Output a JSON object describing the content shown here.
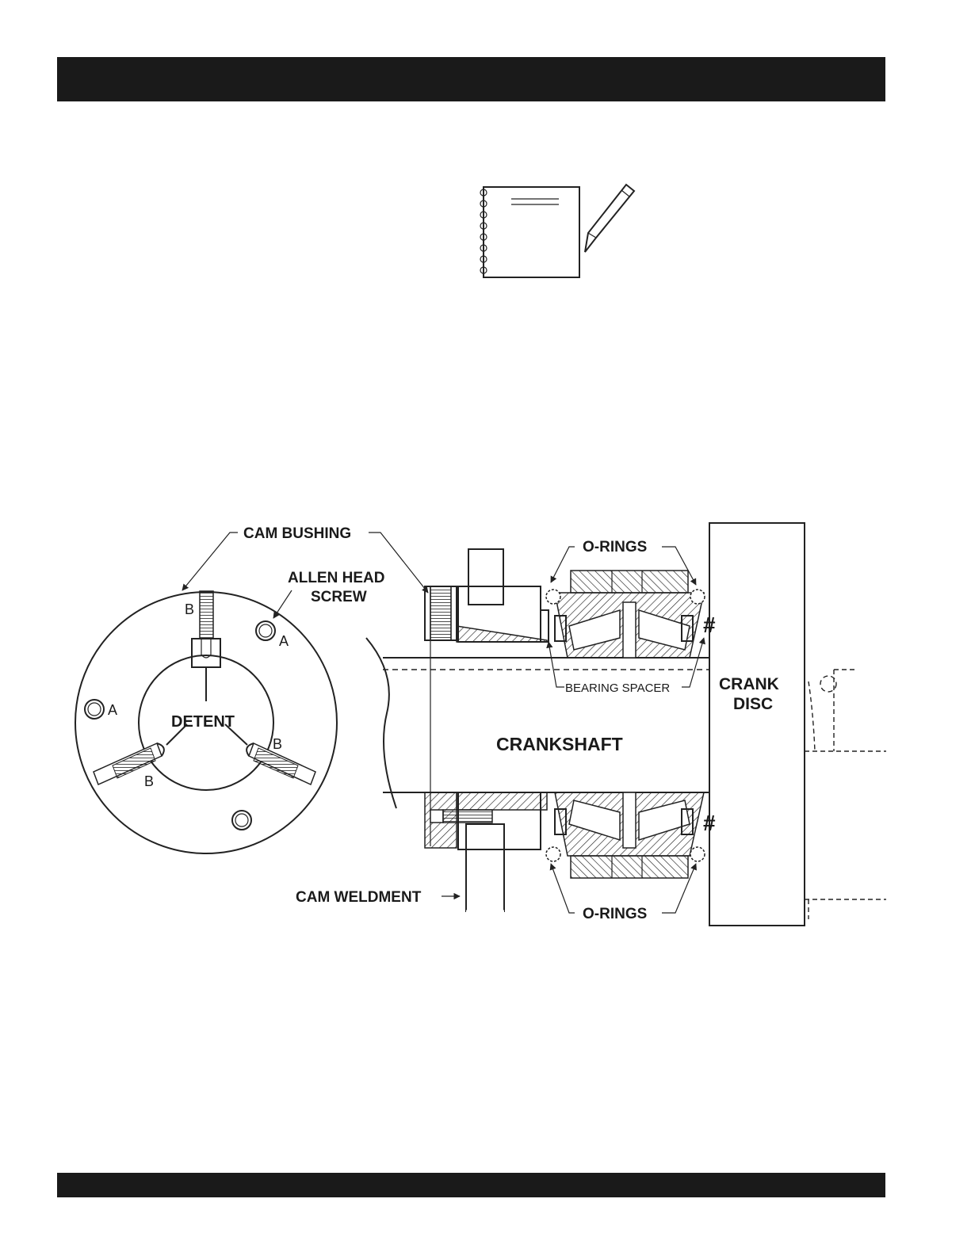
{
  "labels": {
    "cam_bushing": "CAM BUSHING",
    "allen_head_1": "ALLEN HEAD",
    "allen_head_2": "SCREW",
    "o_rings_top": "O-RINGS",
    "o_rings_bottom": "O-RINGS",
    "bearing_spacer": "BEARING SPACER",
    "crank_disc_1": "CRANK",
    "crank_disc_2": "DISC",
    "crankshaft": "CRANKSHAFT",
    "detent": "DETENT",
    "cam_weldment": "CAM WELDMENT",
    "hash_top": "#",
    "hash_bottom": "#",
    "hole_a_1": "A",
    "hole_a_2": "A",
    "hole_b_1": "B",
    "hole_b_2": "B",
    "hole_b_3": "B"
  }
}
